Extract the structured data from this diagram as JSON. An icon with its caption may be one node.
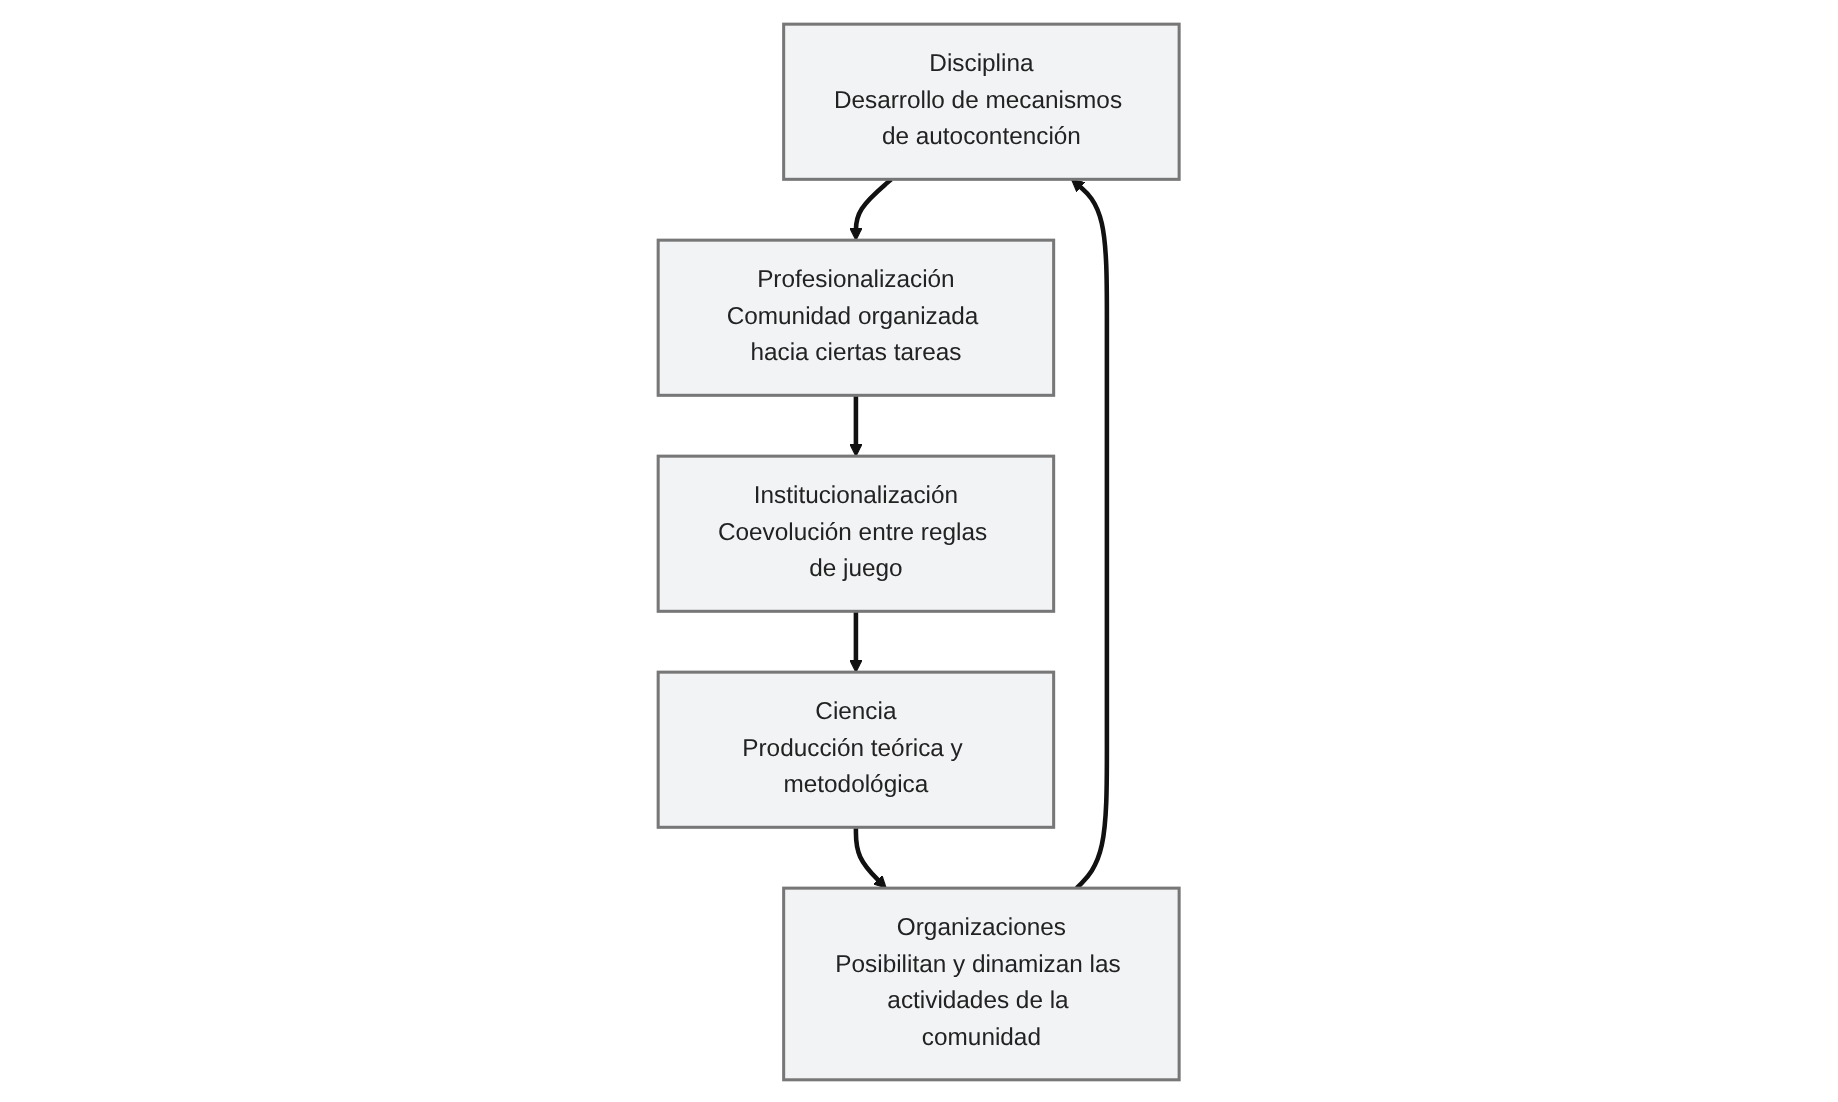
{
  "diagram": {
    "nodes": [
      {
        "text": [
          "Disciplina",
          "Desarrollo de mecanismos de autocontención"
        ]
      },
      {
        "text": [
          "Profesionalización",
          "Comunidad organizada hacia ciertas tareas"
        ]
      },
      {
        "text": [
          "Institucionalización",
          "Coevolución entre reglas de juego"
        ]
      },
      {
        "text": [
          "Ciencia",
          "Producción teórica y metodológica"
        ]
      },
      {
        "text": [
          "Organizaciones",
          "Posibilitan y dinamizan las actividades de la comunidad"
        ]
      }
    ],
    "edges": [
      {
        "from": 0,
        "to": 1,
        "arrow": "to"
      },
      {
        "from": 1,
        "to": 2,
        "arrow": "to"
      },
      {
        "from": 2,
        "to": 3,
        "arrow": "to"
      },
      {
        "from": 3,
        "to": 4,
        "arrow": "to"
      },
      {
        "from": 4,
        "to": 0,
        "arrow": "to"
      }
    ]
  }
}
